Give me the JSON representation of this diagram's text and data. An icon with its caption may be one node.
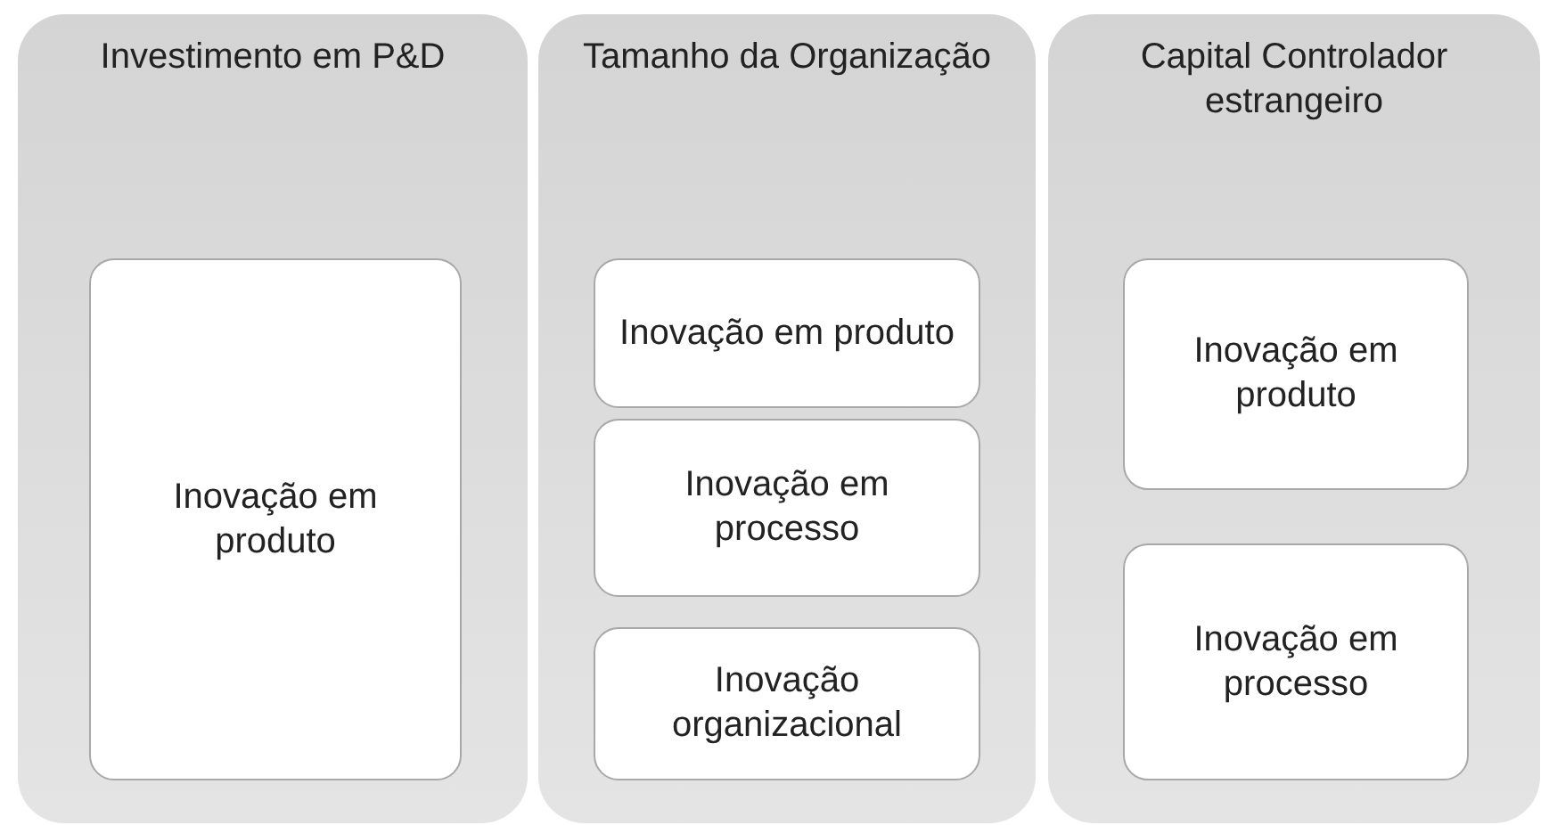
{
  "diagram": {
    "nodes": [
      {
        "text": [
          "Investimento em P&D"
        ]
      },
      {
        "text": [
          "Inovação em produto"
        ],
        "in": 0
      },
      {
        "text": [
          "Tamanho da Organização"
        ]
      },
      {
        "text": [
          "Inovação em produto"
        ],
        "in": 2
      },
      {
        "text": [
          "Inovação em processo"
        ],
        "in": 2
      },
      {
        "text": [
          "Inovação organizacional"
        ],
        "in": 2
      },
      {
        "text": [
          "Capital Controlador estrangeiro"
        ]
      },
      {
        "text": [
          "Inovação em produto"
        ],
        "in": 6
      },
      {
        "text": [
          "Inovação em processo"
        ],
        "in": 6
      }
    ]
  }
}
